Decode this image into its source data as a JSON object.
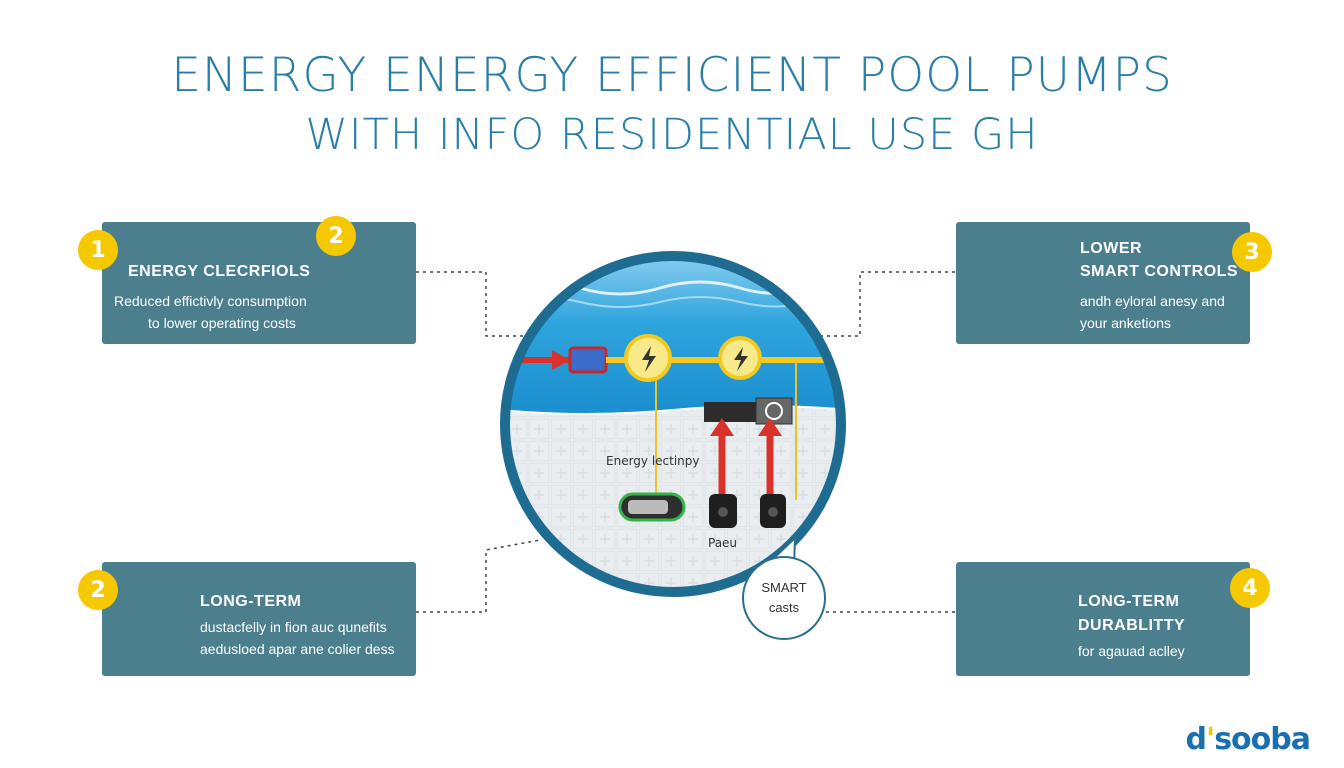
{
  "title": {
    "line1": "ENERGY ENERGY EFFICIENT POOL PUMPS",
    "line2": "WITH INFO RESIDENTIAL USE GH"
  },
  "cards": {
    "top_left": {
      "badge_a": "1",
      "badge_b": "2",
      "heading": "ENERGY CLECRFIOLS",
      "body_line1": "Reduced effictivly consumption",
      "body_line2": "to lower operating costs",
      "icon": "checklist-clipboard-icon"
    },
    "top_right": {
      "badge": "3",
      "heading_line1": "LOWER",
      "heading_line2": "SMART CONTROLS",
      "body_line1": "andh eyloral anesy and",
      "body_line2": "your anketions",
      "icon": "fan-bolt-icon"
    },
    "bottom_left": {
      "badge": "2",
      "heading": "LONG-TERM",
      "body_line1": "dustacfelly in fion auc qunefits",
      "body_line2": "aedusloed apar ane colier dess",
      "icon": "pool-heater-icon"
    },
    "bottom_right": {
      "badge": "4",
      "heading_line1": "LONG-TERM",
      "heading_line2": "DURABLITTY",
      "body": "for agauad aclley",
      "icon": "house-icon"
    }
  },
  "center": {
    "label_energy": "Energy lectinpy",
    "label_pump": "Paeu",
    "bubble_line1": "SMART",
    "bubble_line2": "casts"
  },
  "logo": {
    "part1": "d",
    "part2": "sooba"
  },
  "colors": {
    "card": "#4c7f8d",
    "badge": "#f6c800",
    "title": "#2a7fa8",
    "ring": "#1f6c92",
    "water": "#2ea4dd"
  }
}
